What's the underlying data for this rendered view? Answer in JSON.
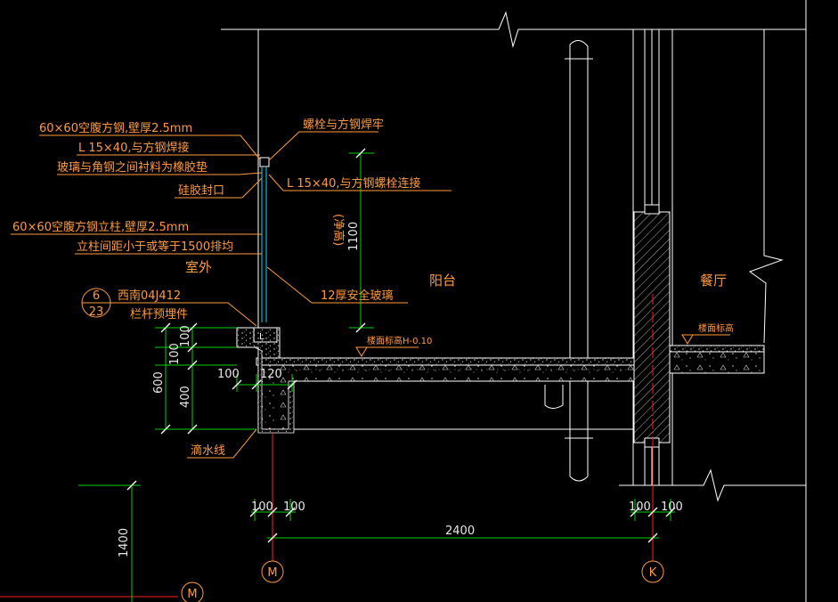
{
  "annotations": {
    "tube_rail": "60×60空腹方钢,壁厚2.5mm",
    "angle_weld": "L 15×40,与方钢焊接",
    "glass_gasket": "玻璃与角钢之间衬料为橡胶垫",
    "silicone_seal": "硅胶封口",
    "post": "60×60空腹方钢立柱,壁厚2.5mm",
    "post_spacing": "立柱间距小于或等于1500排均",
    "outdoor": "室外",
    "detail_ref": "西南04J412",
    "embedded_part": "栏杆预埋件",
    "drip_line": "滴水线",
    "bolt_weld": "螺栓与方钢焊牢",
    "angle_bolt": "L 15×40,与方钢螺栓连接",
    "safety_glass": "12厚安全玻璃",
    "clear_height": "(净高)",
    "balcony": "阳台",
    "dining": "餐厅",
    "balcony_level": "楼面标高H-0.10",
    "dining_level": "楼面标高"
  },
  "detail_symbol": {
    "top": "6",
    "bottom": "23"
  },
  "dimensions": {
    "rail_height": "1100",
    "up_100": "100",
    "mid_100": "100",
    "total_600": "600",
    "lower_400": "400",
    "left_100": "100",
    "slab_120": "120",
    "m_left": "100",
    "m_right": "100",
    "k_left": "100",
    "k_right": "100",
    "span": "2400",
    "lower_1400": "1400"
  },
  "axes": {
    "m": "M",
    "k": "K",
    "m2": "M"
  },
  "colors": {
    "background": "#000000",
    "lines": "#ffffff",
    "text": "#ff9a3c",
    "dim_lines": "#00d200",
    "axis_red": "#ff2020"
  }
}
